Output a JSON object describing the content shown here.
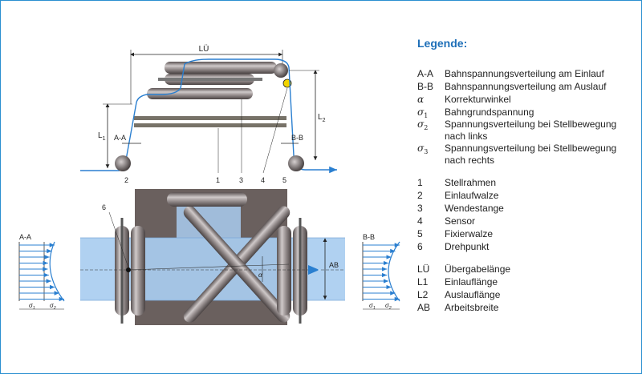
{
  "colors": {
    "accent": "#1e6fb8",
    "web": "#2a7fd0",
    "web_fill": "#a9cdf0",
    "frame": "#6a605e",
    "roller": "#8d8585"
  },
  "top": {
    "lu_label": "LÜ",
    "l1_label": "L",
    "l1_sub": "1",
    "l2_label": "L",
    "l2_sub": "2",
    "aa_label": "A-A",
    "bb_label": "B-B",
    "num_2": "2",
    "num_1": "1",
    "num_3": "3",
    "num_4": "4",
    "num_5": "5"
  },
  "bottom": {
    "num_6": "6",
    "ab_label": "AB",
    "alpha": "α",
    "aa_label": "A-A",
    "bb_label": "B-B",
    "s1": "σ",
    "s1_sub": "1",
    "s2": "σ",
    "s2_sub": "2"
  },
  "legend": {
    "title": "Legende:",
    "group1": [
      {
        "key": "A-A",
        "desc": "Bahnspannungsverteilung am Einlauf"
      },
      {
        "key": "B-B",
        "desc": "Bahnspannungsverteilung am Auslauf"
      }
    ],
    "alpha_key": "α",
    "alpha_desc": "Korrekturwinkel",
    "sigma1_key": "σ",
    "sigma1_sub": "1",
    "sigma1_desc": "Bahngrundspannung",
    "sigma2_key": "σ",
    "sigma2_sub": "2",
    "sigma2_desc": "Spannungsverteilung bei Stellbewegung nach links",
    "sigma3_key": "σ",
    "sigma3_sub": "3",
    "sigma3_desc": "Spannungsverteilung bei Stellbewegung nach rechts",
    "group2": [
      {
        "key": "1",
        "desc": "Stellrahmen"
      },
      {
        "key": "2",
        "desc": "Einlaufwalze"
      },
      {
        "key": "3",
        "desc": "Wendestange"
      },
      {
        "key": "4",
        "desc": "Sensor"
      },
      {
        "key": "5",
        "desc": "Fixierwalze"
      },
      {
        "key": "6",
        "desc": "Drehpunkt"
      }
    ],
    "group3": [
      {
        "key": "LÜ",
        "desc": "Übergabelänge"
      },
      {
        "key": "L1",
        "desc": "Einlauflänge"
      },
      {
        "key": "L2",
        "desc": "Auslauflänge"
      },
      {
        "key": "AB",
        "desc": "Arbeitsbreite"
      }
    ]
  }
}
